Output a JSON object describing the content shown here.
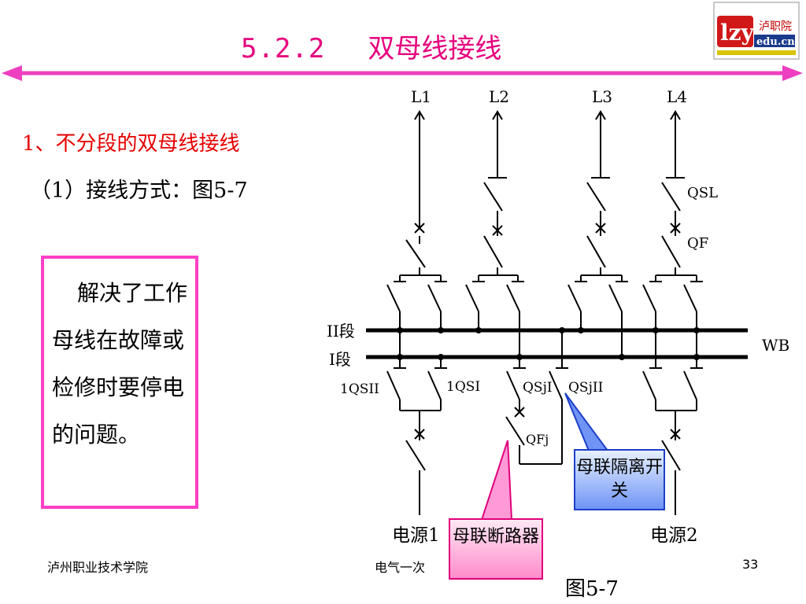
{
  "title": {
    "number": "5.2.2",
    "text": "双母线接线"
  },
  "section1": "1、不分段的双母线接线",
  "subline": "（1）接线方式：图5-7",
  "note": "解决了工作母线在故障或检修时要停电的问题。",
  "logo": {
    "brand": "lzy",
    "cn": "泸职院",
    "domain": "edu.cn"
  },
  "footer": {
    "left": "泸州职业技术学院",
    "center": "电气一次",
    "page": "33"
  },
  "diagram": {
    "lines": [
      "L1",
      "L2",
      "L3",
      "L4"
    ],
    "qs_l": "QSL",
    "qf": "QF",
    "bus_ii": "II段",
    "bus_i": "I段",
    "wb": "WB",
    "qsii_1": "1QSII",
    "qsi_1": "1QSI",
    "qs_ji": "QSjI",
    "qs_jii": "QSjII",
    "qfj": "QFj",
    "source1": "电源1",
    "source2": "电源2",
    "callout_qs": "母联隔离开关",
    "callout_qf": "母联断路器",
    "fig_label": "图5-7"
  },
  "colors": {
    "title": "#e6007e",
    "section": "#e60000",
    "arrow": "#ee3fc0",
    "box_border": "#ff3fc5",
    "callout_blue": "#1c3fc8",
    "callout_pink": "#e0007a"
  }
}
